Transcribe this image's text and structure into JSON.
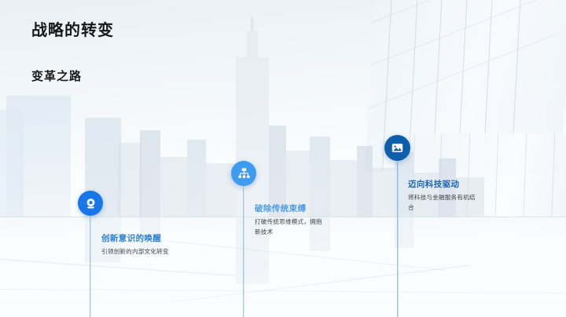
{
  "slide": {
    "title": "战略的转变",
    "subtitle": "变革之路",
    "accent_color": "#1572d3",
    "title_color": "#181818"
  },
  "timeline": {
    "milestones": [
      {
        "icon": "webcam-icon",
        "title": "创新意识的唤醒",
        "desc": "引领创新的内部文化转变",
        "marker_color": "#1877e8",
        "title_color": "#2a7fd4",
        "line_color": "#7fb8e0"
      },
      {
        "icon": "sitemap-icon",
        "title": "破除传统束缚",
        "desc": "打破传统思维模式，拥抱新技术",
        "marker_color": "#3d9cf0",
        "title_color": "#4d9be6",
        "line_color": "#7fb8e0"
      },
      {
        "icon": "image-icon",
        "title": "迈向科技驱动",
        "desc": "将科技与金融服务有机结合",
        "marker_color": "#0e5fab",
        "title_color": "#1a66b5",
        "line_color": "#6aaad8"
      }
    ]
  }
}
